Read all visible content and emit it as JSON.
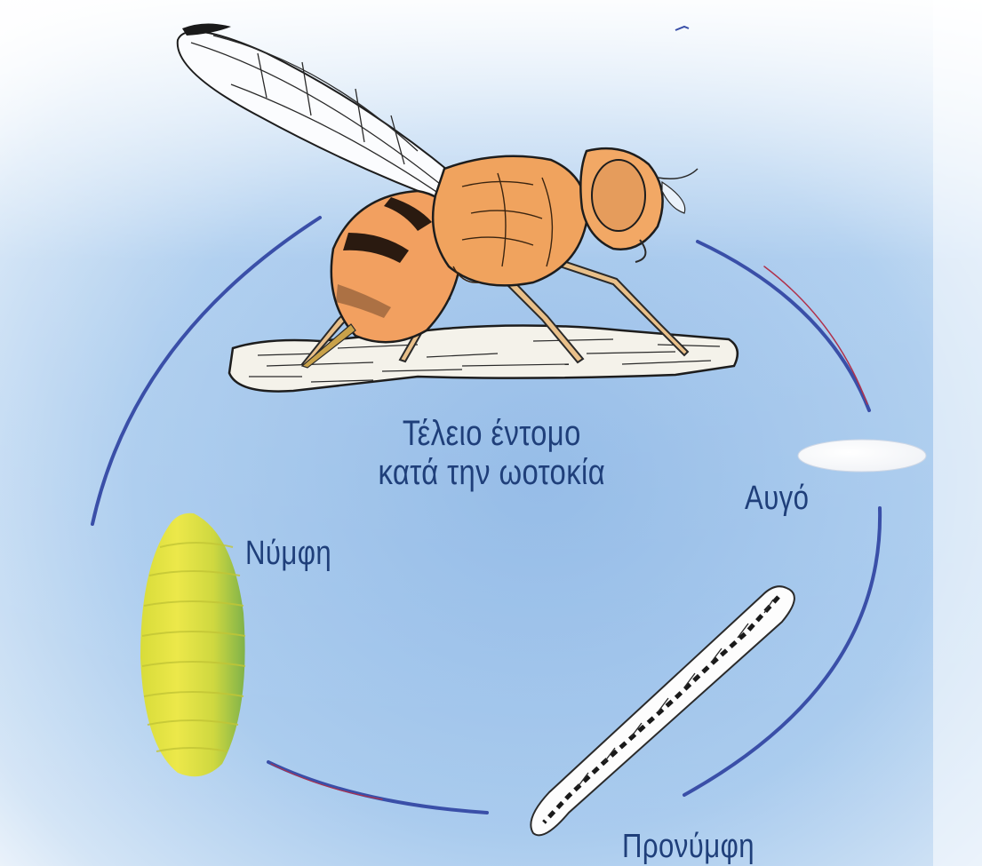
{
  "stages": {
    "adult": {
      "line1": "Τέλειο έντομο",
      "line2": "κατά την ωοτοκία"
    },
    "egg": {
      "label": "Αυγό"
    },
    "prepupa": {
      "label": "Προνύμφη"
    },
    "pupa": {
      "label": "Νύμφη"
    }
  },
  "colors": {
    "background_light": "#ffffff",
    "background_blue": "#9ec4ea",
    "cycle_arrow": "#3a4fa8",
    "cycle_arrow_accent": "#b0304a",
    "label_text": "#1f3f7a",
    "fly_body": "#f2a060",
    "fly_stripe": "#2a1a10",
    "pupa_fill": "#e6e24a",
    "pupa_shade": "#8fbf3a",
    "larva_fill": "#ffffff",
    "larva_edge": "#2a2a2a"
  }
}
